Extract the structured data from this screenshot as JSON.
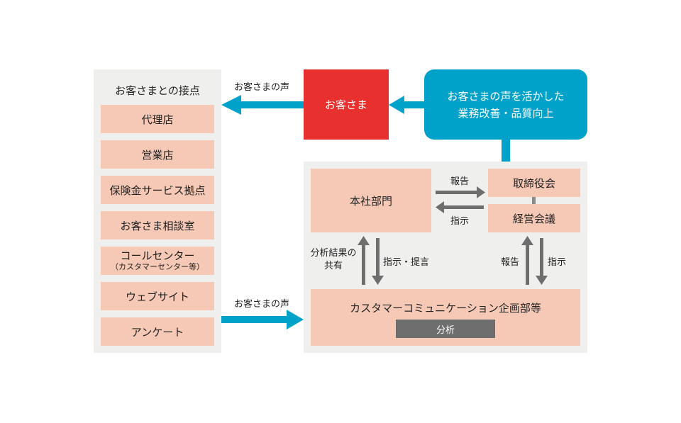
{
  "left_panel": {
    "title": "お客さまとの接点",
    "items": [
      "代理店",
      "営業店",
      "保険金サービス拠点",
      "お客さま相談室",
      "コールセンター",
      "ウェブサイト",
      "アンケート"
    ],
    "call_center_sub": "（カスタマーセンター等）"
  },
  "customer": {
    "label": "お客さま"
  },
  "improvement": {
    "line1": "お客さまの声を活かした",
    "line2": "業務改善・品質向上"
  },
  "arrows": {
    "voice_top": "お客さまの声",
    "voice_bottom": "お客さまの声",
    "report_top": "報告",
    "instruct_top": "指示",
    "share_line1": "分析結果の",
    "share_line2": "共有",
    "instruct_propose": "指示・提言",
    "report_right": "報告",
    "instruct_right": "指示"
  },
  "org": {
    "hq": "本社部門",
    "board": "取締役会",
    "management": "経営会議",
    "cx_dept": "カスタマーコミュニケーション企画部等",
    "analysis": "分析"
  },
  "colors": {
    "panel": "#efefee",
    "pink": "#f5c9b6",
    "red": "#e8312f",
    "teal": "#00a2c9",
    "gray_arrow": "#6e6e6e",
    "analysis_bar": "#6e6e6e"
  }
}
